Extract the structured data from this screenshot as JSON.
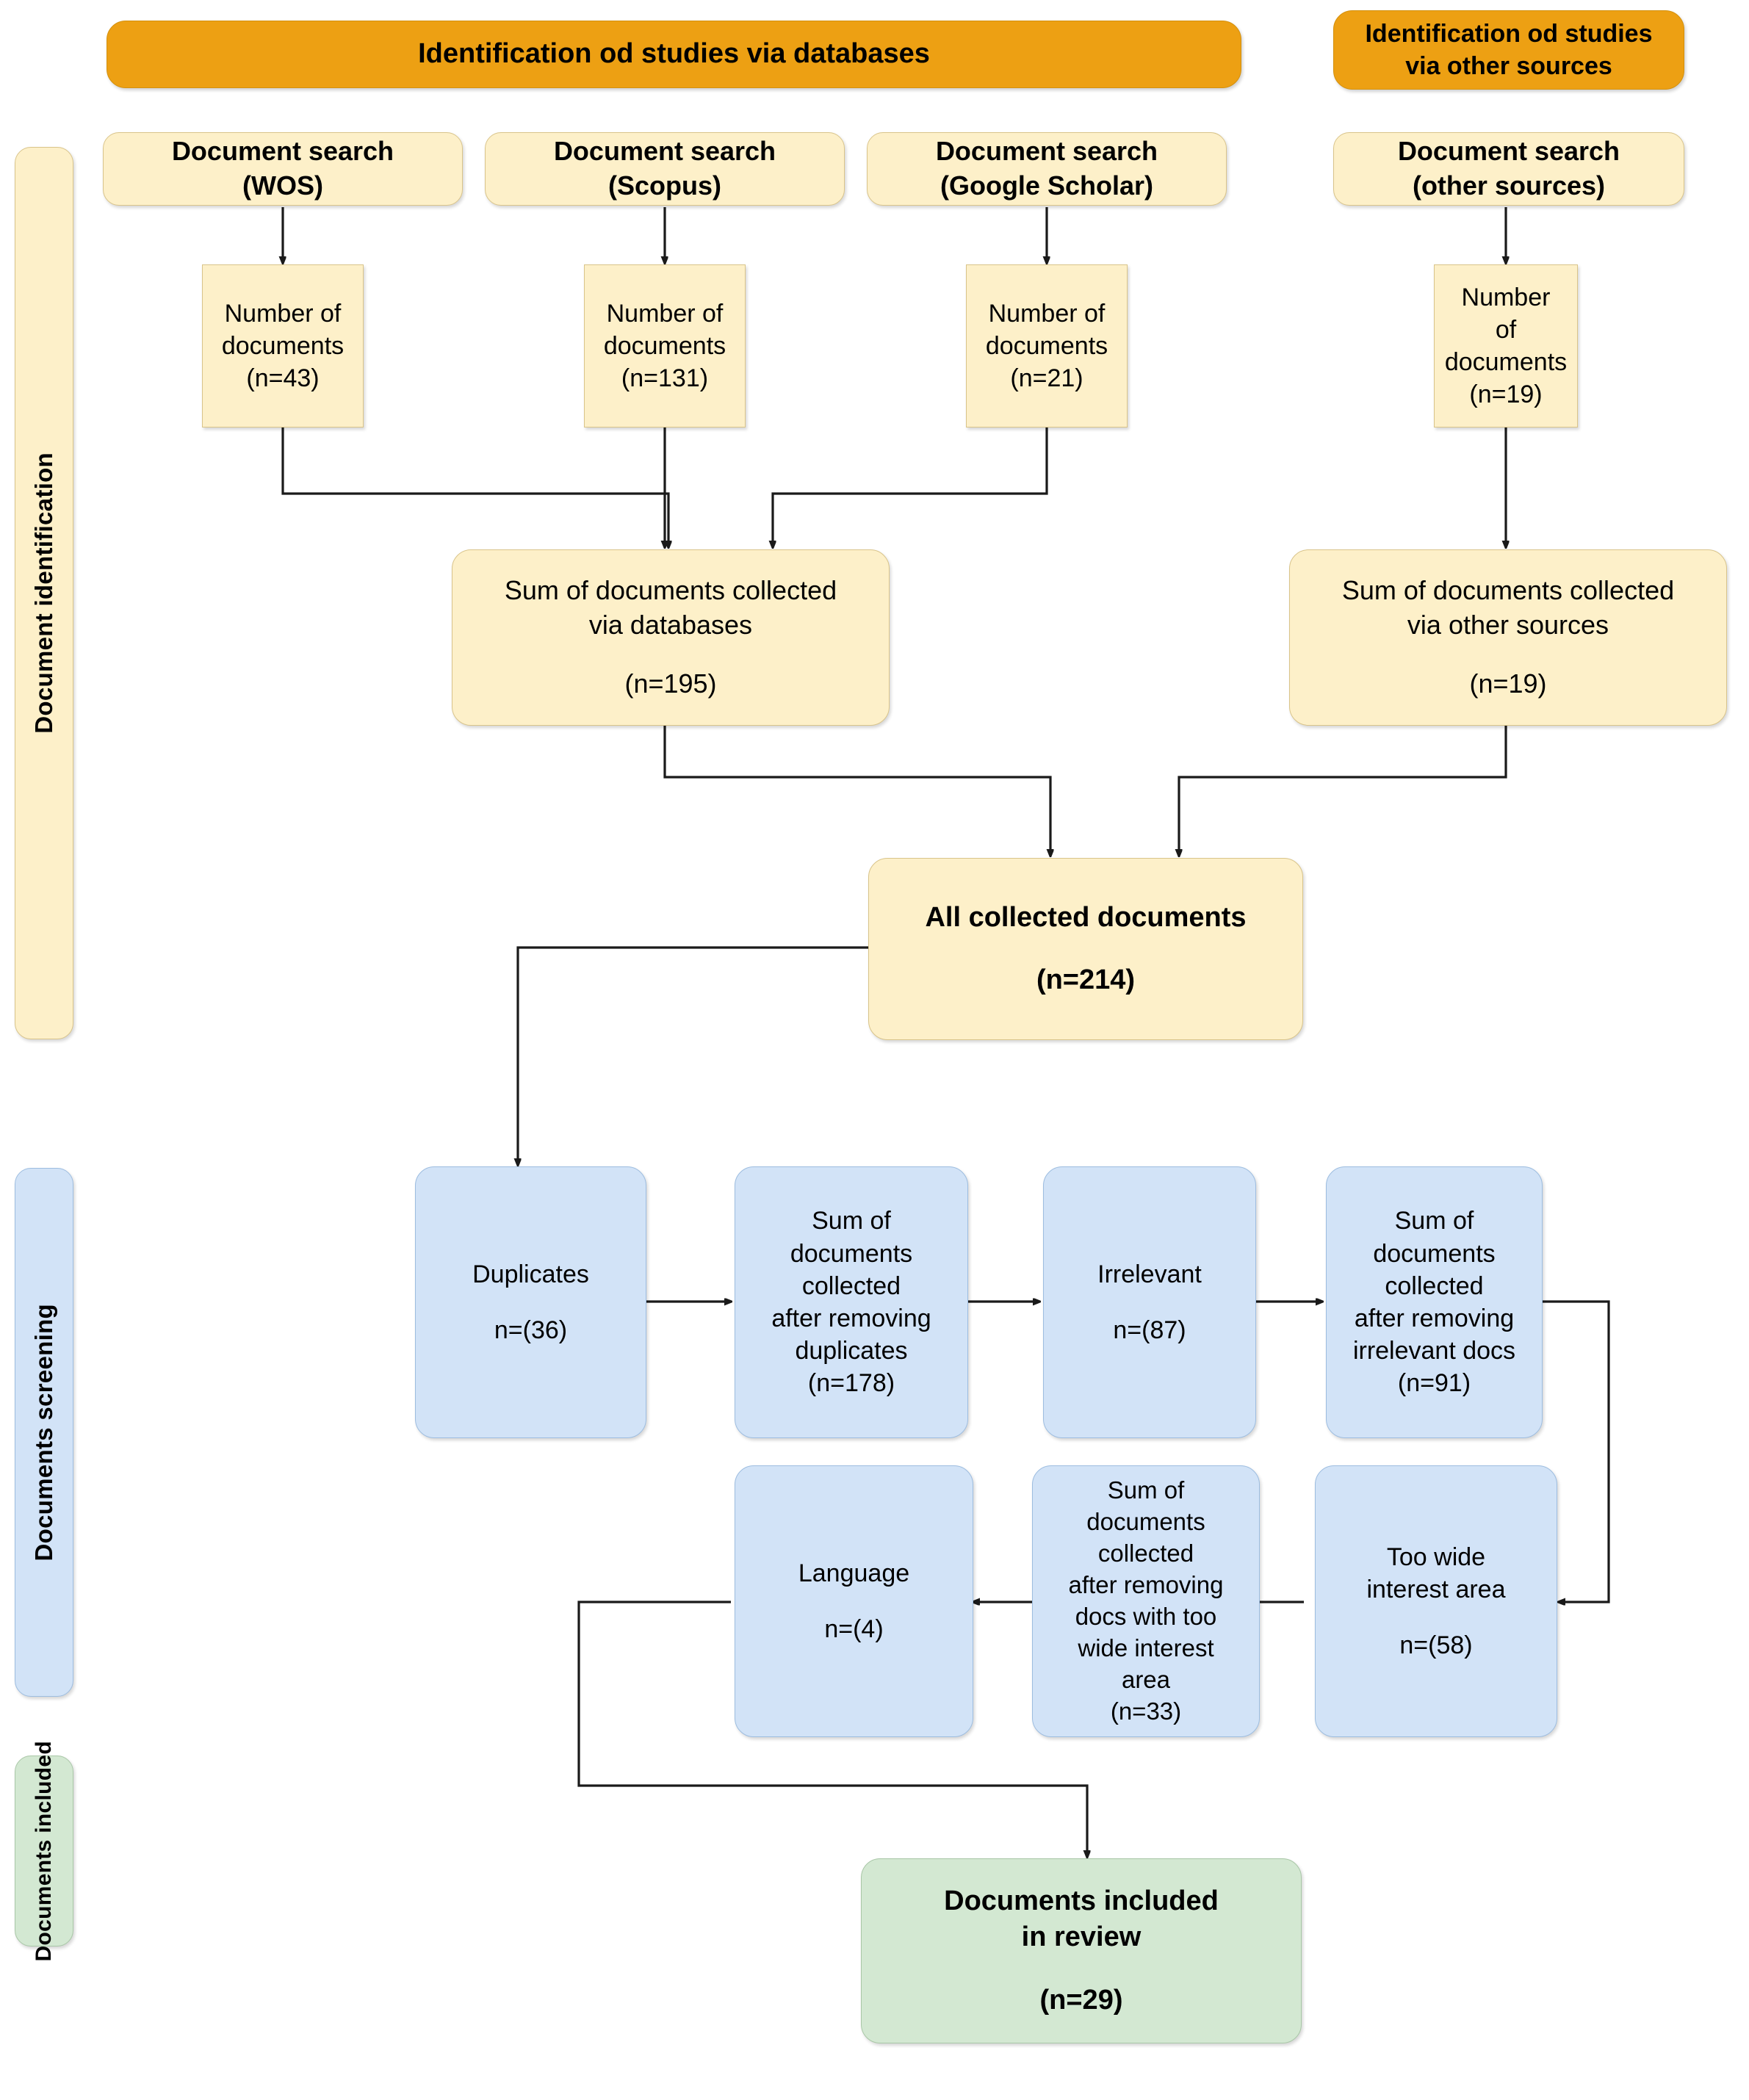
{
  "diagram": {
    "type": "prisma-flow-diagram",
    "title_banners": [
      {
        "id": "banner-databases",
        "label": "Identification od studies via databases"
      },
      {
        "id": "banner-other-sources",
        "label": "Identification od studies\nvia other sources"
      }
    ],
    "stage_labels": [
      {
        "id": "stage-identification",
        "label": "Document identification",
        "color": "#fdf0c9"
      },
      {
        "id": "stage-screening",
        "label": "Documents screening",
        "color": "#d2e3f7"
      },
      {
        "id": "stage-included",
        "label": "Documents included",
        "color": "#d3e8d2"
      }
    ],
    "sources": [
      {
        "id": "search-wos",
        "label": "Document search\n(WOS)",
        "count_label": "Number of\ndocuments\n(n=43)",
        "n": 43
      },
      {
        "id": "search-scopus",
        "label": "Document search\n(Scopus)",
        "count_label": "Number of\ndocuments\n(n=131)",
        "n": 131
      },
      {
        "id": "search-google-scholar",
        "label": "Document search\n(Google Scholar)",
        "count_label": "Number of\ndocuments\n(n=21)",
        "n": 21
      },
      {
        "id": "search-other-sources",
        "label": "Document search\n(other sources)",
        "count_label": "Number\nof\ndocuments\n(n=19)",
        "n": 19
      }
    ],
    "sums": [
      {
        "id": "sum-databases",
        "label": "Sum of documents collected\nvia databases",
        "count_label": "(n=195)",
        "n": 195
      },
      {
        "id": "sum-other-sources",
        "label": "Sum of documents collected\nvia other sources",
        "count_label": "(n=19)",
        "n": 19
      }
    ],
    "all_collected": {
      "id": "all-collected-documents",
      "label": "All collected documents",
      "count_label": "(n=214)",
      "n": 214
    },
    "screening": [
      {
        "id": "duplicates",
        "label": "Duplicates",
        "count_label": "n=(36)",
        "n": 36,
        "kind": "exclusion"
      },
      {
        "id": "after-duplicates",
        "label": "Sum of\ndocuments\ncollected\nafter removing\nduplicates",
        "count_label": "(n=178)",
        "n": 178,
        "kind": "remaining"
      },
      {
        "id": "irrelevant",
        "label": "Irrelevant",
        "count_label": "n=(87)",
        "n": 87,
        "kind": "exclusion"
      },
      {
        "id": "after-irrelevant",
        "label": "Sum of\ndocuments\ncollected\nafter removing\nirrelevant docs",
        "count_label": "(n=91)",
        "n": 91,
        "kind": "remaining"
      },
      {
        "id": "too-wide-interest-area",
        "label": "Too wide\ninterest area",
        "count_label": "n=(58)",
        "n": 58,
        "kind": "exclusion"
      },
      {
        "id": "after-too-wide",
        "label": "Sum of\ndocuments\ncollected\nafter removing\ndocs with too\nwide interest\narea",
        "count_label": "(n=33)",
        "n": 33,
        "kind": "remaining"
      },
      {
        "id": "language",
        "label": "Language",
        "count_label": "n=(4)",
        "n": 4,
        "kind": "exclusion"
      }
    ],
    "included": {
      "id": "documents-included-in-review",
      "label": "Documents included\nin review",
      "count_label": "(n=29)",
      "n": 29
    },
    "colors": {
      "identification_fill": "#fdf0c9",
      "identification_stroke": "#d9c48a",
      "banner_fill": "#eda013",
      "screening_fill": "#d2e3f7",
      "screening_stroke": "#9dbde0",
      "included_fill": "#d3e8d2",
      "included_stroke": "#a9c7a7",
      "connector": "#1a1a1a"
    }
  }
}
